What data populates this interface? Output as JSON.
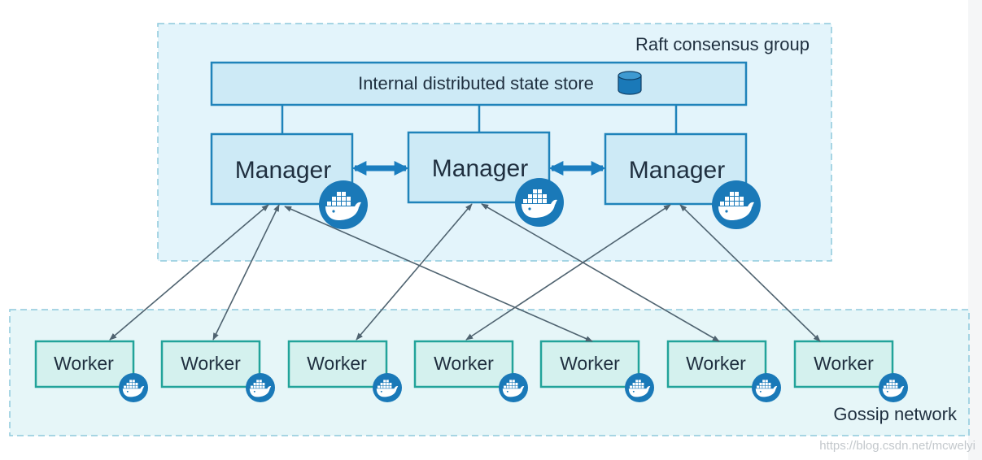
{
  "raft_group": {
    "label": "Raft consensus group",
    "store_label": "Internal distributed state store",
    "managers": [
      "Manager",
      "Manager",
      "Manager"
    ]
  },
  "gossip": {
    "label": "Gossip network",
    "workers": [
      "Worker",
      "Worker",
      "Worker",
      "Worker",
      "Worker",
      "Worker",
      "Worker"
    ]
  },
  "watermark": "https://blog.csdn.net/mcwelyi",
  "colors": {
    "raft_fill": "#e3f4fb",
    "gossip_fill": "#e6f6f8",
    "zone_border": "#8ec9dc",
    "manager_fill": "#cdeaf6",
    "manager_border": "#1f83ba",
    "worker_fill": "#d4f1ee",
    "worker_border": "#22a39a",
    "docker_badge": "#1a79b8",
    "link_arrow": "#4f6370",
    "manager_link": "#1a7dbf",
    "text": "#1f2f3f"
  },
  "icons": {
    "store": "database-cylinder-icon",
    "badge": "docker-whale-icon"
  },
  "links": [
    {
      "from": "worker-1",
      "to": "manager-1"
    },
    {
      "from": "worker-2",
      "to": "manager-1"
    },
    {
      "from": "worker-3",
      "to": "manager-2"
    },
    {
      "from": "worker-4",
      "to": "manager-3"
    },
    {
      "from": "worker-5",
      "to": "manager-1"
    },
    {
      "from": "worker-6",
      "to": "manager-2"
    },
    {
      "from": "worker-7",
      "to": "manager-3"
    }
  ]
}
